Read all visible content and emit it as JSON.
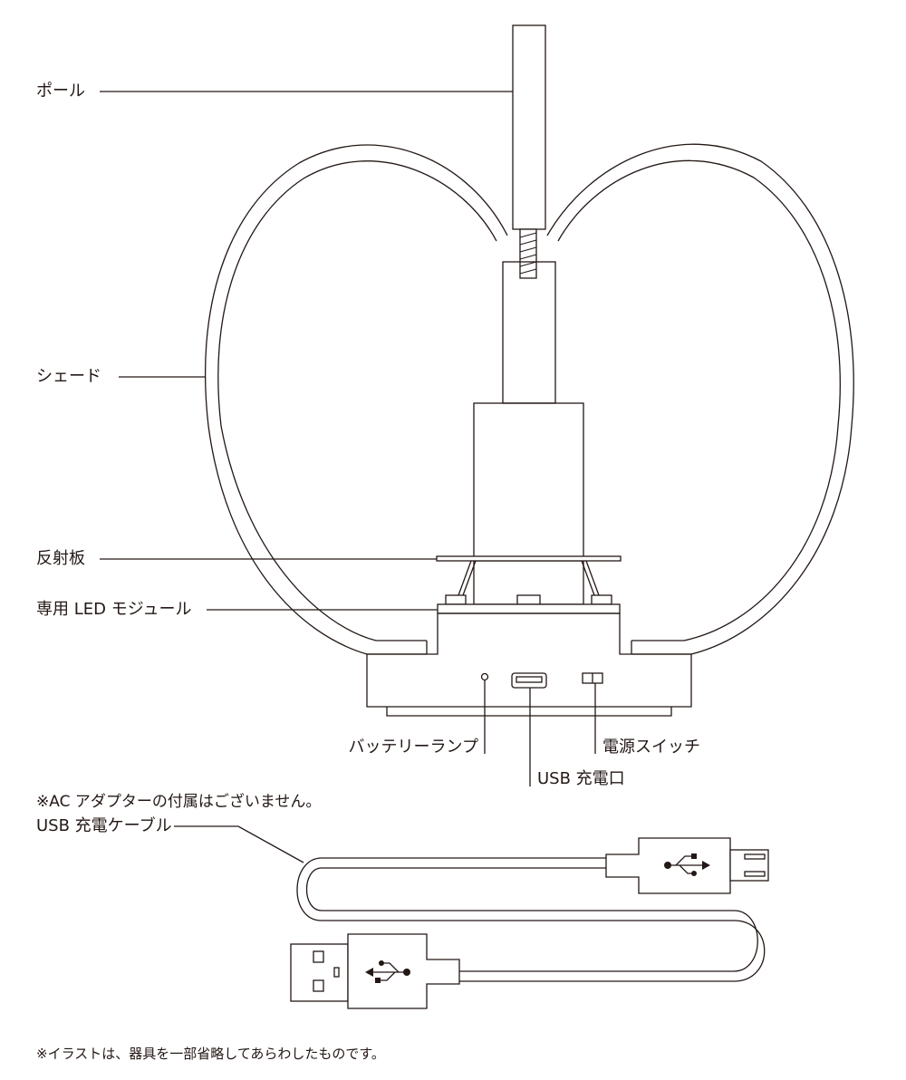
{
  "labels": {
    "pole": "ポール",
    "shade": "シェード",
    "reflector": "反射板",
    "led_module": "専用 LED モジュール",
    "battery_lamp": "バッテリーランプ",
    "power_switch": "電源スイッチ",
    "usb_port": "USB 充電口",
    "usb_cable": "USB 充電ケーブル"
  },
  "notes": {
    "ac_adapter": "※AC アダプターの付属はございません。",
    "illustration": "※イラストは、器具を一部省略してあらわしたものです。"
  },
  "icons": [
    "usb-symbol-icon"
  ],
  "colors": {
    "line": "#231815",
    "background": "#ffffff"
  }
}
